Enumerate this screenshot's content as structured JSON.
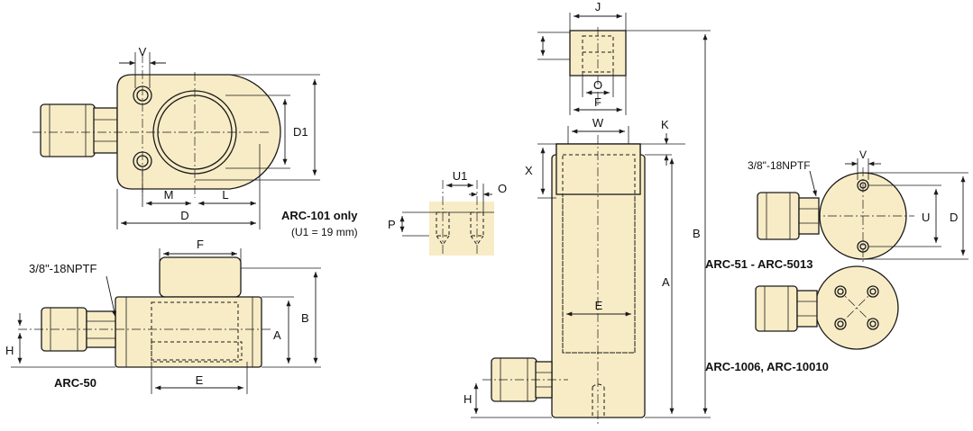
{
  "labels": {
    "v_top": "V",
    "d1": "D1",
    "m": "M",
    "l": "L",
    "d_top": "D",
    "f_side": "F",
    "npt_left": "3/8\"-18NPTF",
    "b_side": "B",
    "a_side": "A",
    "h_side": "H",
    "e_side": "E",
    "arc50": "ARC-50",
    "u1": "U1",
    "o_small": "O",
    "p": "P",
    "arc101": "ARC-101 only",
    "u1_note": "(U1 = 19 mm)",
    "j": "J",
    "o_top": "O",
    "f_top": "F",
    "w": "W",
    "k": "K",
    "x": "X",
    "e_cyl": "E",
    "a_cyl": "A",
    "b_cyl": "B",
    "h_cyl": "H",
    "npt_right": "3/8\"-18NPTF",
    "v_right": "V",
    "u": "U",
    "d_right": "D",
    "arc51": "ARC-51 - ARC-5013",
    "arc1006": "ARC-1006, ARC-10010"
  }
}
